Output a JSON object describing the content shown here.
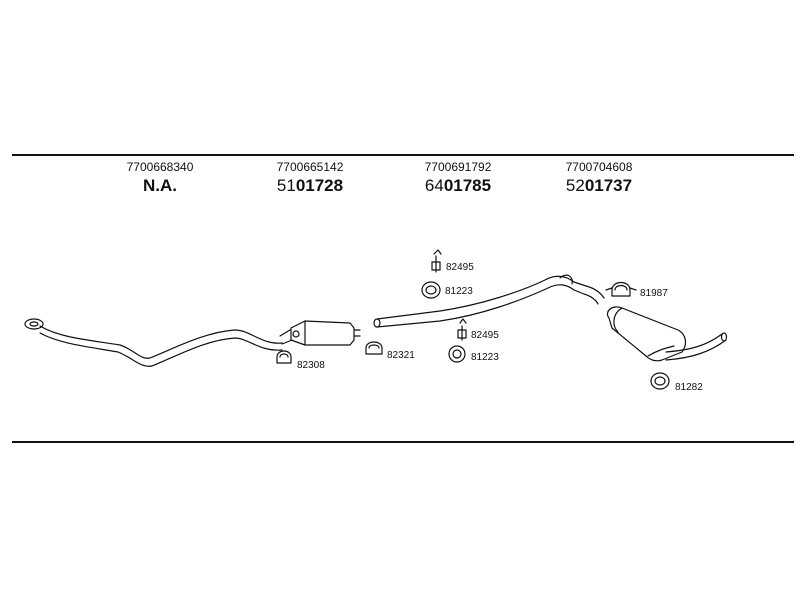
{
  "header": [
    {
      "oe": "7700668340",
      "prefix": "",
      "number": "N.A."
    },
    {
      "oe": "7700665142",
      "prefix": "51",
      "number": "01728"
    },
    {
      "oe": "7700691792",
      "prefix": "64",
      "number": "01785"
    },
    {
      "oe": "7700704608",
      "prefix": "52",
      "number": "01737"
    }
  ],
  "parts": {
    "clamp_82308": "82308",
    "clamp_82321": "82321",
    "bolt_82495_top": "82495",
    "ring_81223_top": "81223",
    "bolt_82495_mid": "82495",
    "ring_81223_mid": "81223",
    "clamp_81987": "81987",
    "ring_81282": "81282"
  }
}
